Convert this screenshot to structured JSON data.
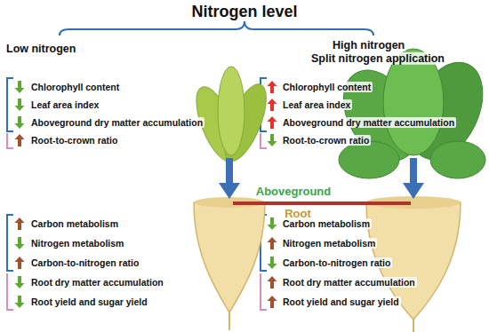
{
  "diagram": {
    "title": "Nitrogen level",
    "labels": [
      "Low nitrogen",
      "High nitrogen",
      "Split nitrogen application",
      "Chlorophyll content",
      "Leaf area index",
      "Aboveground dry matter accumulation",
      "Root-to-crown ratio",
      "Chlorophyll content",
      "Leaf area index",
      "Aboveground dry matter accumulation",
      "Root-to-crown ratio",
      "Aboveground",
      "Root",
      "Carbon metabolism",
      "Nitrogen metabolism",
      "Carbon-to-nitrogen ratio",
      "Root dry matter accumulation",
      "Root yield and sugar yield",
      "Carbon metabolism",
      "Nitrogen metabolism",
      "Carbon-to-nitrogen ratio",
      "Root dry matter accumulation",
      "Root yield and sugar yield"
    ]
  }
}
